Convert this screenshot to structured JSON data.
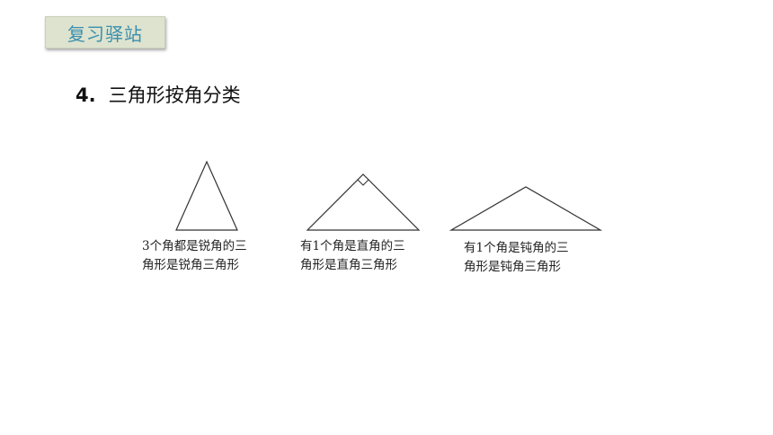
{
  "banner": {
    "label": "复习驿站"
  },
  "section": {
    "number": "4.",
    "title": "三角形按角分类"
  },
  "triangles": [
    {
      "kind": "acute",
      "caption_line1": "3个角都是锐角的三",
      "caption_line2": "角形是锐角三角形"
    },
    {
      "kind": "right",
      "caption_line1": "有1个角是直角的三",
      "caption_line2": "角形是直角三角形"
    },
    {
      "kind": "obtuse",
      "caption_line1": "有1个角是钝角的三",
      "caption_line2": "角形是钝角三角形"
    }
  ]
}
